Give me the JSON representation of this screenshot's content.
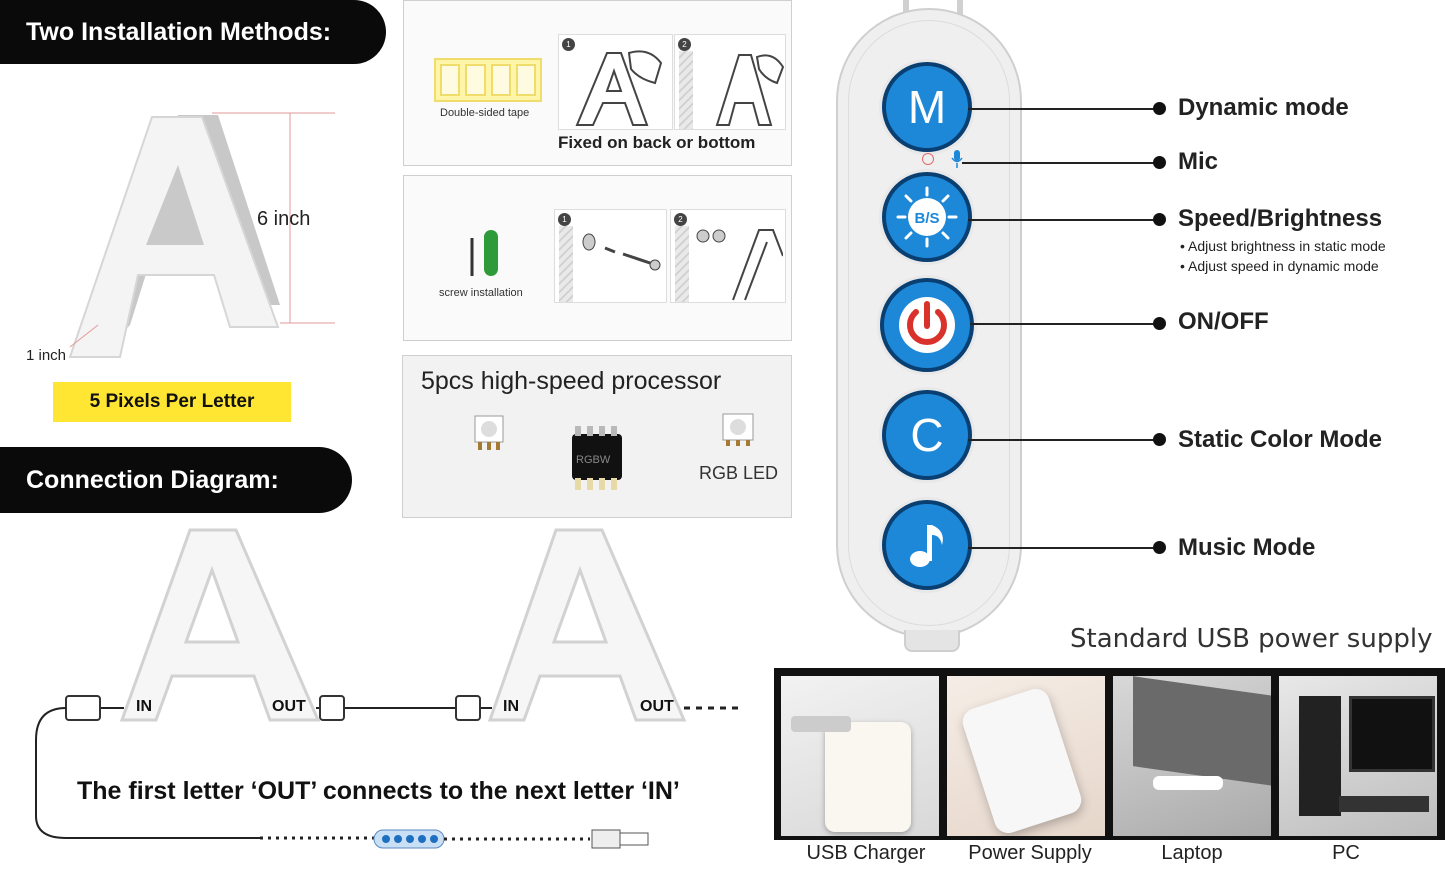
{
  "install": {
    "banner": "Two Installation Methods:",
    "height_label": "6 inch",
    "depth_label": "1 inch",
    "pixels_badge": "5 Pixels Per Letter",
    "tape_label": "Double-sided tape",
    "tape_caption": "Fixed on back or bottom",
    "screw_label": "screw installation"
  },
  "processor": {
    "title": "5pcs high-speed processor",
    "chip_label": "RGBW",
    "led_label": "RGB LED"
  },
  "connection": {
    "banner": "Connection Diagram:",
    "letter": "A",
    "in_label": "IN",
    "out_label": "OUT",
    "note": "The first letter ‘OUT’ connects to the next letter ‘IN’"
  },
  "controller": {
    "buttons": [
      {
        "glyph": "M",
        "name": "dynamic-mode-button"
      },
      {
        "glyph": "B/S",
        "name": "speed-brightness-button"
      },
      {
        "glyph": "power",
        "name": "on-off-button"
      },
      {
        "glyph": "C",
        "name": "static-color-button"
      },
      {
        "glyph": "note",
        "name": "music-mode-button"
      }
    ],
    "labels": {
      "dynamic": "Dynamic mode",
      "mic": "Mic",
      "speed": "Speed/Brightness",
      "speed_note1": "• Adjust brightness in static mode",
      "speed_note2": "• Adjust speed in dynamic mode",
      "onoff": "ON/OFF",
      "static": "Static Color Mode",
      "music": "Music Mode"
    },
    "colors": {
      "button": "#1e88d8",
      "power": "#d8322a"
    }
  },
  "power": {
    "title": "Standard USB power supply",
    "sources": [
      "USB Charger",
      "Power Supply",
      "Laptop",
      "PC"
    ]
  }
}
